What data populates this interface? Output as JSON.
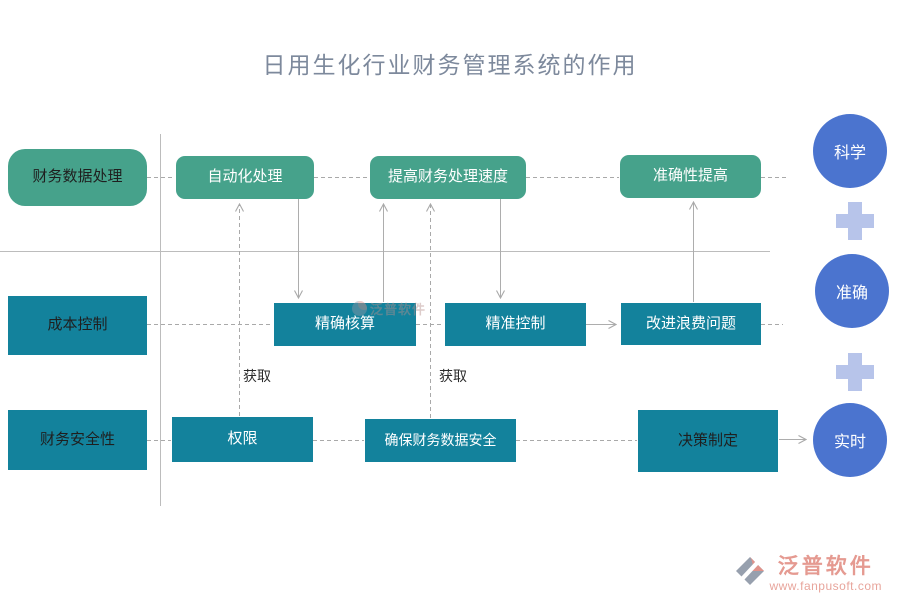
{
  "title": "日用生化行业财务管理系统的作用",
  "left_column": {
    "box1": "财务数据处理",
    "box2": "成本控制",
    "box3": "财务安全性"
  },
  "row1": {
    "box1": "自动化处理",
    "box2": "提高财务处理速度",
    "box3": "准确性提高"
  },
  "row2": {
    "box1": "精确核算",
    "box2": "精准控制",
    "box3": "改进浪费问题"
  },
  "row3": {
    "box1": "权限",
    "box2": "确保财务数据安全",
    "box3": "决策制定"
  },
  "edge_labels": {
    "acquire1": "获取",
    "acquire2": "获取"
  },
  "right_column": {
    "circle1": "科学",
    "circle2": "准确",
    "circle3": "实时"
  },
  "watermark": {
    "brand": "泛普软件"
  },
  "footer_logo": {
    "brand": "泛普软件",
    "website": "www.fanpusoft.com"
  },
  "colors": {
    "green_box": "#46a28b",
    "teal_box": "#13829c",
    "circle_blue": "#4b74cf",
    "plus_blue": "#b7c4ea",
    "line_gray": "#b3b3b3",
    "title_gray": "#7d899c",
    "logo_salmon": "#e59a91"
  }
}
